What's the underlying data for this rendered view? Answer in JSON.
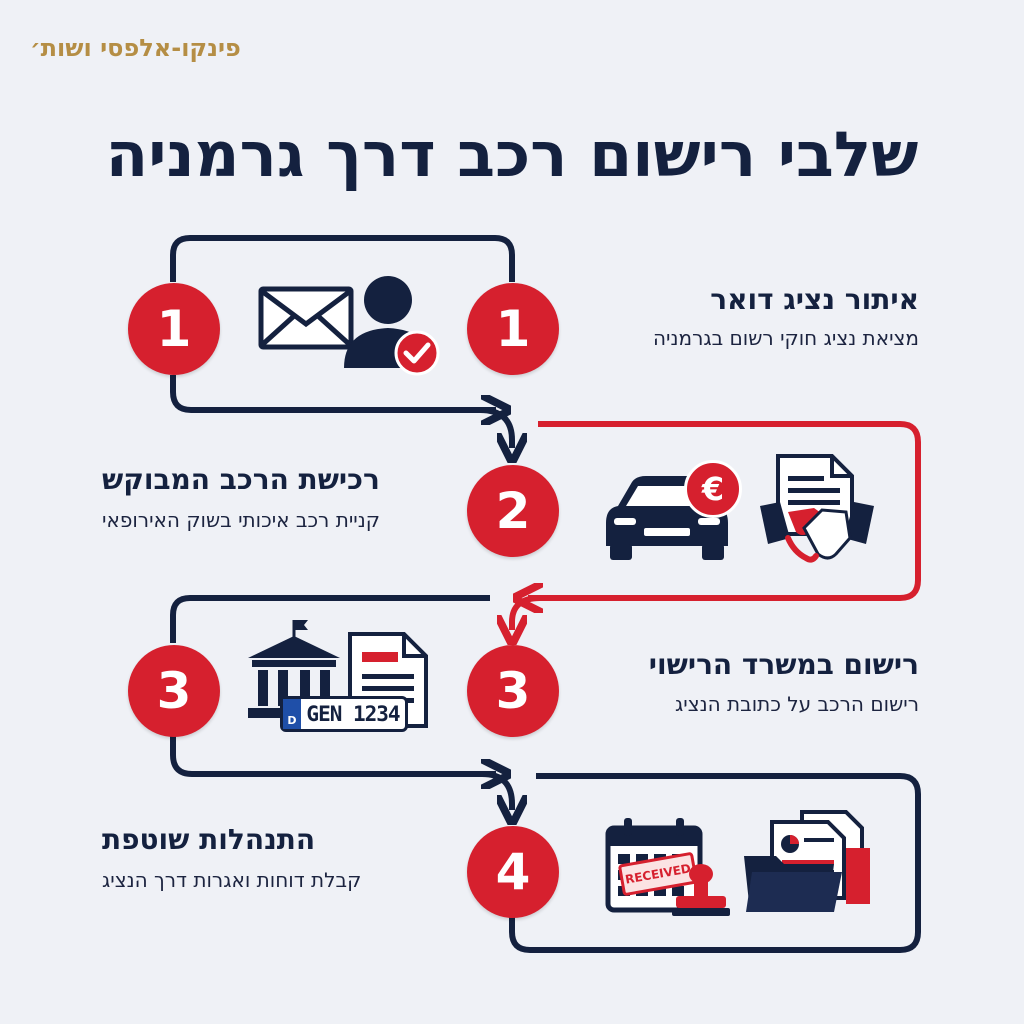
{
  "brand": "פינקו-אלפסי ושות׳",
  "title": "שלבי רישום רכב דרך גרמניה",
  "colors": {
    "navy": "#14213f",
    "red": "#d6202e",
    "gold": "#b58e45",
    "background": "#eff1f6"
  },
  "steps": [
    {
      "number": "1",
      "number_left": "1",
      "title": "איתור נציג דואר",
      "subtitle": "מציאת נציג חוקי רשום בגרמניה",
      "icons": [
        "envelope-icon",
        "user-icon",
        "check-badge-icon"
      ]
    },
    {
      "number": "2",
      "title": "רכישת הרכב המבוקש",
      "subtitle": "קניית רכב איכותי בשוק האירופאי",
      "icons": [
        "car-icon",
        "euro-badge-icon",
        "document-icon",
        "handshake-icon"
      ],
      "euro_symbol": "€"
    },
    {
      "number": "3",
      "number_left": "3",
      "title": "רישום במשרד הרישוי",
      "subtitle": "רישום הרכב על כתובת הנציג",
      "icons": [
        "government-building-icon",
        "license-plate-icon",
        "document-icon"
      ],
      "plate_text": "GEN 1234",
      "plate_country": "D"
    },
    {
      "number": "4",
      "title": "התנהלות שוטפת",
      "subtitle": "קבלת דוחות ואגרות דרך הנציג",
      "icons": [
        "calendar-icon",
        "received-stamp-icon",
        "folder-documents-icon"
      ],
      "stamp_text": "RECEIVED"
    }
  ]
}
